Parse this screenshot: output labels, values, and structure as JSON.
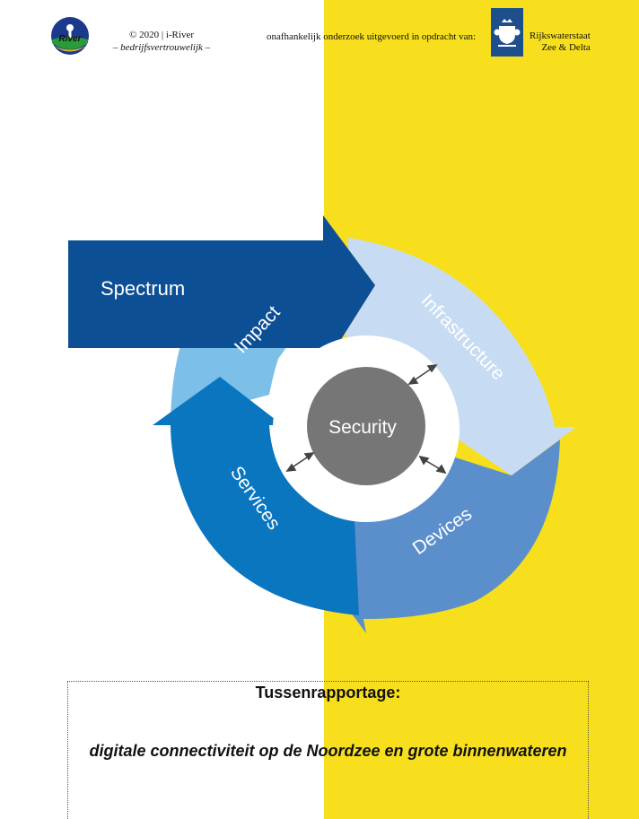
{
  "header": {
    "copyright": "© 2020 | i-River",
    "confidential": "– bedrijfsvertrouwelijk –",
    "commission": "onafhankelijk onderzoek uitgevoerd in opdracht van:",
    "org_line1": "Rijkswaterstaat",
    "org_line2": "Zee & Delta",
    "logo_icon": "i-river-logo-icon",
    "org_logo_icon": "rijkswaterstaat-crest-icon"
  },
  "diagram": {
    "segments": [
      "Spectrum",
      "Impact",
      "Infrastructure",
      "Devices",
      "Services"
    ],
    "center": "Security"
  },
  "title_box": {
    "heading": "Tussenrapportage:",
    "subtitle": "digitale connectiviteit op de Noordzee en grote binnenwateren"
  },
  "colors": {
    "yellow": "#f7df1e",
    "spectrum": "#0d4f94",
    "impact": "#7cbfe8",
    "infrastructure": "#c7dcf2",
    "devices": "#5b8fcc",
    "services": "#0a76bf",
    "security": "#767676"
  }
}
